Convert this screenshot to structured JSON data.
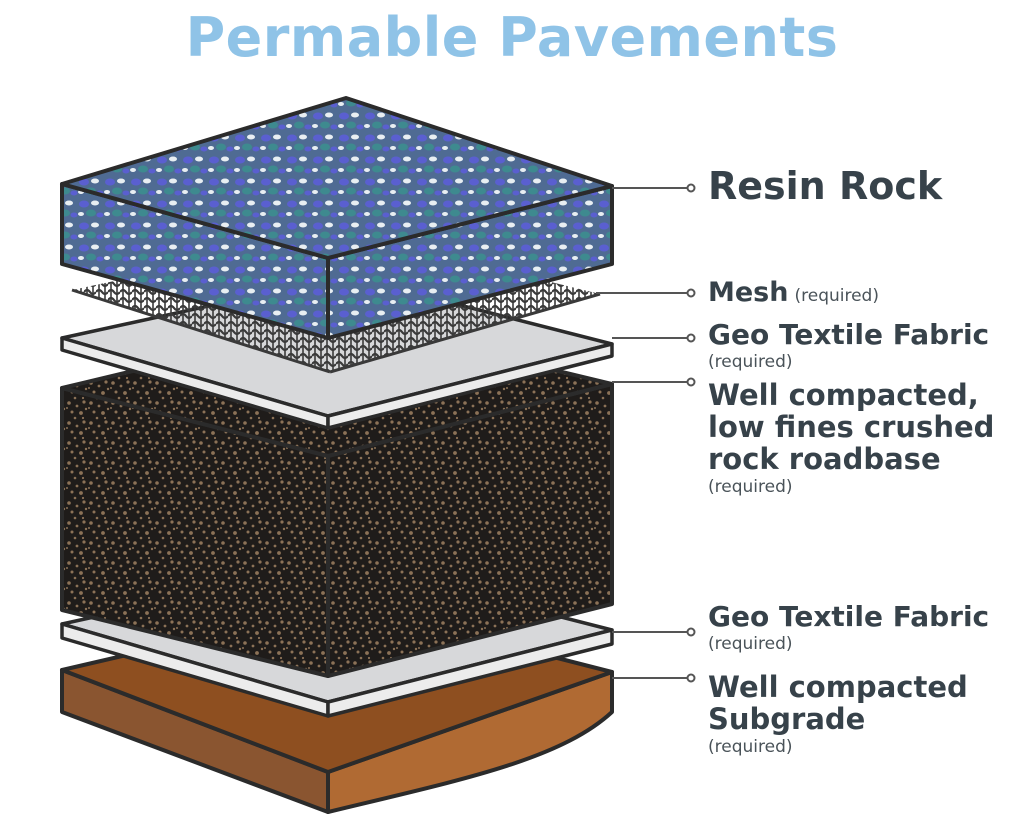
{
  "title": "Permable Pavements",
  "colors": {
    "title": "#8fc3e7",
    "label_text": "#37424a",
    "leader_line": "#555555",
    "outline": "#2b2b2b",
    "resin_base": "#4f6b93",
    "resin_blue": "#5a5fd0",
    "resin_teal": "#3e8a8f",
    "resin_white": "#e8eef2",
    "mesh": "#3a3a3a",
    "fabric": "#d7d8da",
    "fabric_side": "#ececec",
    "roadbase_dark": "#1f1c1a",
    "roadbase_speck": "#8c7257",
    "subgrade_top": "#8e4f20",
    "subgrade_front": "#8a5530",
    "subgrade_side": "#b06a33"
  },
  "layers": [
    {
      "id": "resin",
      "name": "Resin Rock",
      "note": ""
    },
    {
      "id": "mesh",
      "name": "Mesh",
      "note": "(required)"
    },
    {
      "id": "geo1",
      "name": "Geo Textile Fabric",
      "note": "(required)"
    },
    {
      "id": "roadbase",
      "name_lines": [
        "Well compacted,",
        "low fines crushed",
        "rock roadbase"
      ],
      "note": "(required)"
    },
    {
      "id": "geo2",
      "name": "Geo Textile Fabric",
      "note": "(required)"
    },
    {
      "id": "subgrade",
      "name_lines": [
        "Well compacted",
        "Subgrade"
      ],
      "note": "(required)"
    }
  ]
}
